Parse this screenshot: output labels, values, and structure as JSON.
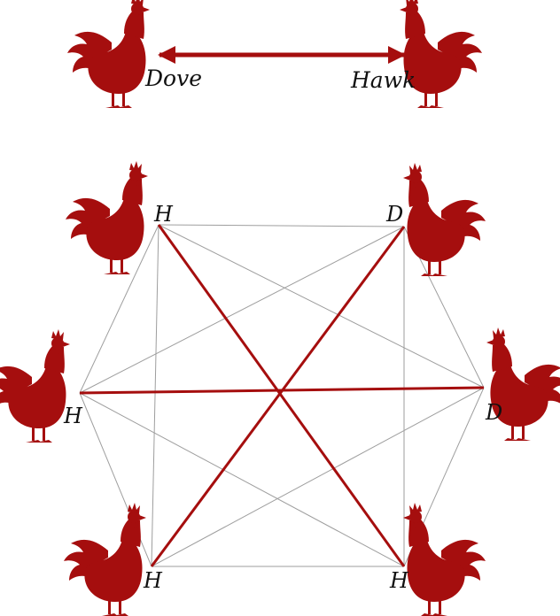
{
  "colors": {
    "rooster": "#a50e0e",
    "arrow": "#a50e0e",
    "strong_edge": "#a50e0e",
    "weak_edge": "#9e9e9e",
    "text": "#111111"
  },
  "legend": {
    "left_label": "Dove",
    "right_label": "Hawk",
    "arrow": "double-headed"
  },
  "nodes": [
    {
      "id": "top-left",
      "label": "H"
    },
    {
      "id": "top-right",
      "label": "D"
    },
    {
      "id": "right",
      "label": "D"
    },
    {
      "id": "bottom-right",
      "label": "H"
    },
    {
      "id": "bottom-left",
      "label": "H"
    },
    {
      "id": "left",
      "label": "H"
    }
  ],
  "strong_edges": [
    [
      "top-left",
      "bottom-right"
    ],
    [
      "top-right",
      "bottom-left"
    ],
    [
      "left",
      "right"
    ]
  ]
}
